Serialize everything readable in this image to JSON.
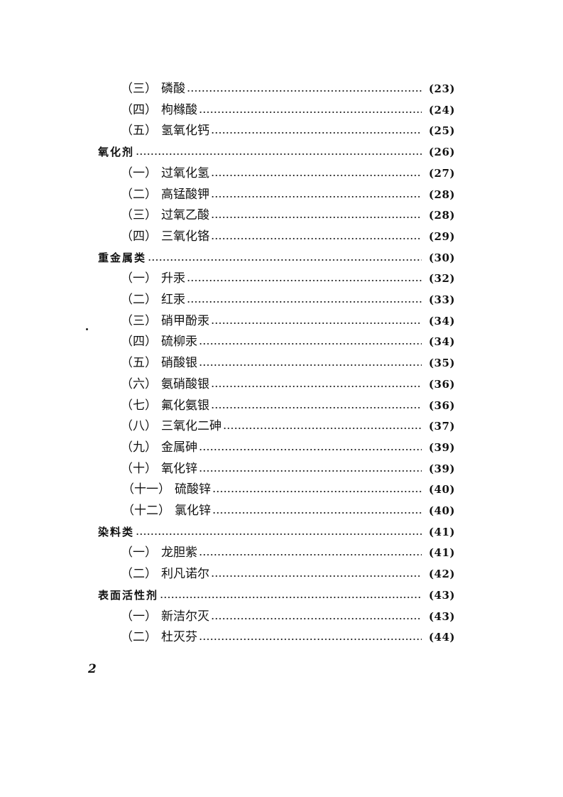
{
  "page": {
    "folio": "2",
    "entries": [
      {
        "level": 2,
        "num": "（三）",
        "title": "磷酸",
        "page": "(23)"
      },
      {
        "level": 2,
        "num": "（四）",
        "title": "枸橼酸",
        "page": "(24)"
      },
      {
        "level": 2,
        "num": "（五）",
        "title": "氢氧化钙",
        "page": "(25)"
      },
      {
        "level": 1,
        "num": "",
        "title": "氧化剂",
        "page": "(26)"
      },
      {
        "level": 2,
        "num": "（一）",
        "title": "过氧化氢",
        "page": "(27)"
      },
      {
        "level": 2,
        "num": "（二）",
        "title": "高锰酸钾",
        "page": "(28)"
      },
      {
        "level": 2,
        "num": "（三）",
        "title": "过氧乙酸",
        "page": "(28)"
      },
      {
        "level": 2,
        "num": "（四）",
        "title": "三氧化铬",
        "page": "(29)"
      },
      {
        "level": 1,
        "num": "",
        "title": "重金属类",
        "page": "(30)"
      },
      {
        "level": 2,
        "num": "（一）",
        "title": "升汞",
        "page": "(32)"
      },
      {
        "level": 2,
        "num": "（二）",
        "title": "红汞",
        "page": "(33)"
      },
      {
        "level": 2,
        "num": "（三）",
        "title": "硝甲酚汞",
        "page": "(34)"
      },
      {
        "level": 2,
        "num": "（四）",
        "title": "硫柳汞",
        "page": "(34)"
      },
      {
        "level": 2,
        "num": "（五）",
        "title": "硝酸银",
        "page": "(35)"
      },
      {
        "level": 2,
        "num": "（六）",
        "title": "氨硝酸银",
        "page": "(36)"
      },
      {
        "level": 2,
        "num": "（七）",
        "title": "氟化氨银",
        "page": "(36)"
      },
      {
        "level": 2,
        "num": "（八）",
        "title": "三氧化二砷",
        "page": "(37)"
      },
      {
        "level": 2,
        "num": "（九）",
        "title": "金属砷",
        "page": "(39)"
      },
      {
        "level": 2,
        "num": "（十）",
        "title": "氧化锌",
        "page": "(39)"
      },
      {
        "level": 2,
        "num": "（十一）",
        "title": "硫酸锌",
        "page": "(40)"
      },
      {
        "level": 2,
        "num": "（十二）",
        "title": "氯化锌",
        "page": "(40)"
      },
      {
        "level": 1,
        "num": "",
        "title": "染料类",
        "page": "(41)"
      },
      {
        "level": 2,
        "num": "（一）",
        "title": "龙胆紫",
        "page": "(41)"
      },
      {
        "level": 2,
        "num": "（二）",
        "title": "利凡诺尔",
        "page": "(42)"
      },
      {
        "level": 1,
        "num": "",
        "title": "表面活性剂",
        "page": "(43)"
      },
      {
        "level": 2,
        "num": "（一）",
        "title": "新洁尔灭",
        "page": "(43)"
      },
      {
        "level": 2,
        "num": "（二）",
        "title": "杜灭芬",
        "page": "(44)"
      }
    ]
  }
}
